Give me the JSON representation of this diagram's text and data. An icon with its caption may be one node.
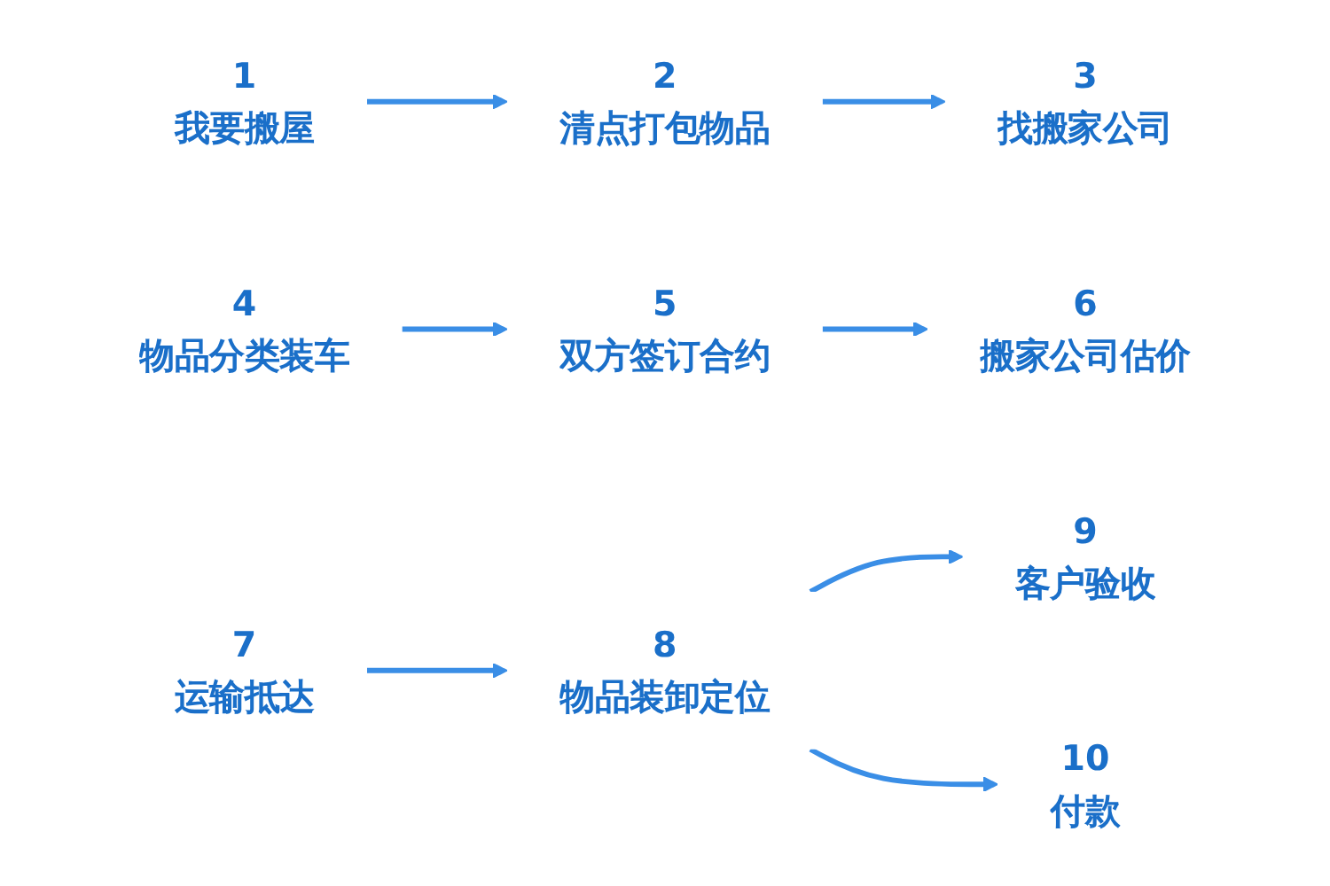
{
  "diagram": {
    "nodes": [
      {
        "text": [
          "1",
          "我要搬屋"
        ]
      },
      {
        "text": [
          "2",
          "清点打包物品"
        ]
      },
      {
        "text": [
          "3",
          "找搬家公司"
        ]
      },
      {
        "text": [
          "4",
          "物品分类装车"
        ]
      },
      {
        "text": [
          "5",
          "双方签订合约"
        ]
      },
      {
        "text": [
          "6",
          "搬家公司估价"
        ]
      },
      {
        "text": [
          "7",
          "运输抵达"
        ]
      },
      {
        "text": [
          "8",
          "物品装卸定位"
        ]
      },
      {
        "text": [
          "9",
          "客户验收"
        ]
      },
      {
        "text": [
          "10",
          "付款"
        ]
      }
    ],
    "edges": [
      {
        "from": 0,
        "to": 1,
        "arrow": "to"
      },
      {
        "from": 1,
        "to": 2,
        "arrow": "to"
      },
      {
        "from": 3,
        "to": 4,
        "arrow": "to"
      },
      {
        "from": 4,
        "to": 5,
        "arrow": "to"
      },
      {
        "from": 6,
        "to": 7,
        "arrow": "to"
      },
      {
        "from": 7,
        "to": 8,
        "arrow": "to"
      },
      {
        "from": 7,
        "to": 9,
        "arrow": "to"
      }
    ]
  }
}
